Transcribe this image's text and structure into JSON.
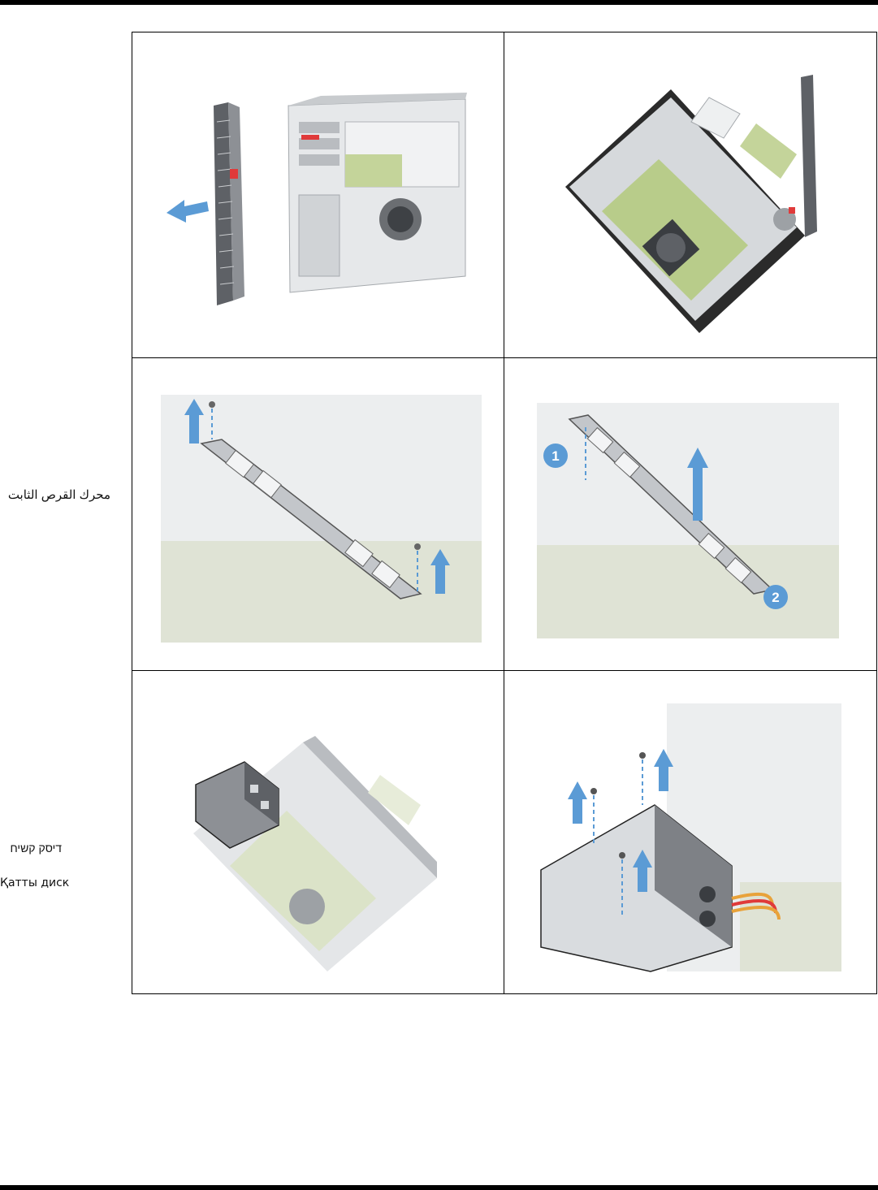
{
  "side_labels": {
    "arabic": "محرك القرص الثابت",
    "hebrew": "דיסק קשיח",
    "kazakh": "Қатты диск"
  },
  "step_badges": {
    "first": "1",
    "second": "2"
  },
  "colors": {
    "arrow": "#5b9bd5",
    "badge": "#5b9bd5",
    "board": "#b8cc8a",
    "metal": "#d6d9dc",
    "case_dark": "#2b2b2b",
    "highlight_red": "#e03a3a",
    "cable_orange": "#e8a23a"
  },
  "illustrations": [
    {
      "id": "remove-front-bezel",
      "icons": [
        "arrow-left-icon"
      ]
    },
    {
      "id": "chassis-open-view",
      "icons": []
    },
    {
      "id": "remove-bracket-screws",
      "icons": [
        "screw-icon",
        "arrow-up-icon"
      ]
    },
    {
      "id": "lift-bracket",
      "icons": [
        "step-1-badge",
        "step-2-badge",
        "arrow-up-icon"
      ]
    },
    {
      "id": "drive-cage-location",
      "icons": []
    },
    {
      "id": "remove-drive-cage-screws",
      "icons": [
        "screw-icon",
        "arrow-up-icon",
        "cable-icon"
      ]
    }
  ]
}
